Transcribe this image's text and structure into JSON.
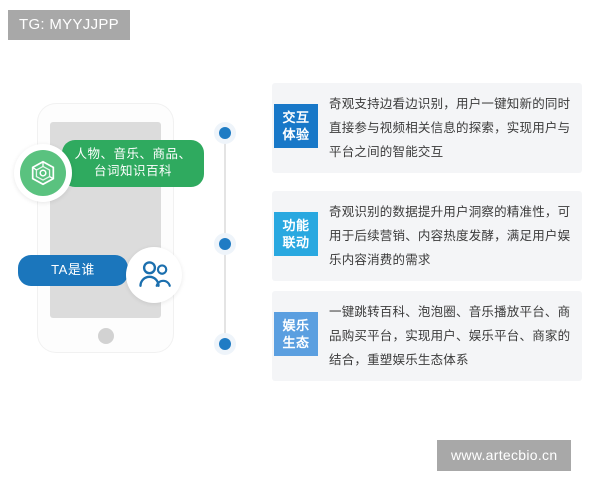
{
  "watermarks": {
    "top_left": "TG: MYYJJPP",
    "bottom_right": "www.artecbio.cn"
  },
  "phone": {
    "green_bubble": {
      "line1": "人物、音乐、商品、",
      "line2": "台词知识百科",
      "color": "#2faa5f",
      "icon": "qiguan-hexagon-icon"
    },
    "blue_bubble": {
      "label": "TA是谁",
      "color": "#1b76bc",
      "icon": "people-group-icon"
    }
  },
  "timeline": {
    "dot_color": "#1f7cc4",
    "halo_color": "#eef4fa",
    "line_color": "#e4e4e4"
  },
  "panels": [
    {
      "badge_line1": "交互",
      "badge_line2": "体验",
      "badge_color": "#1878c8",
      "text": "奇观支持边看边识别，用户一键知新的同时直接参与视频相关信息的探索，实现用户与平台之间的智能交互"
    },
    {
      "badge_line1": "功能",
      "badge_line2": "联动",
      "badge_color": "#29a8e0",
      "text": "奇观识别的数据提升用户洞察的精准性，可用于后续营销、内容热度发酵，满足用户娱乐内容消费的需求"
    },
    {
      "badge_line1": "娱乐",
      "badge_line2": "生态",
      "badge_color": "#5b9fe0",
      "text": "一键跳转百科、泡泡圈、音乐播放平台、商品购买平台，实现用户、娱乐平台、商家的结合，重塑娱乐生态体系"
    }
  ]
}
